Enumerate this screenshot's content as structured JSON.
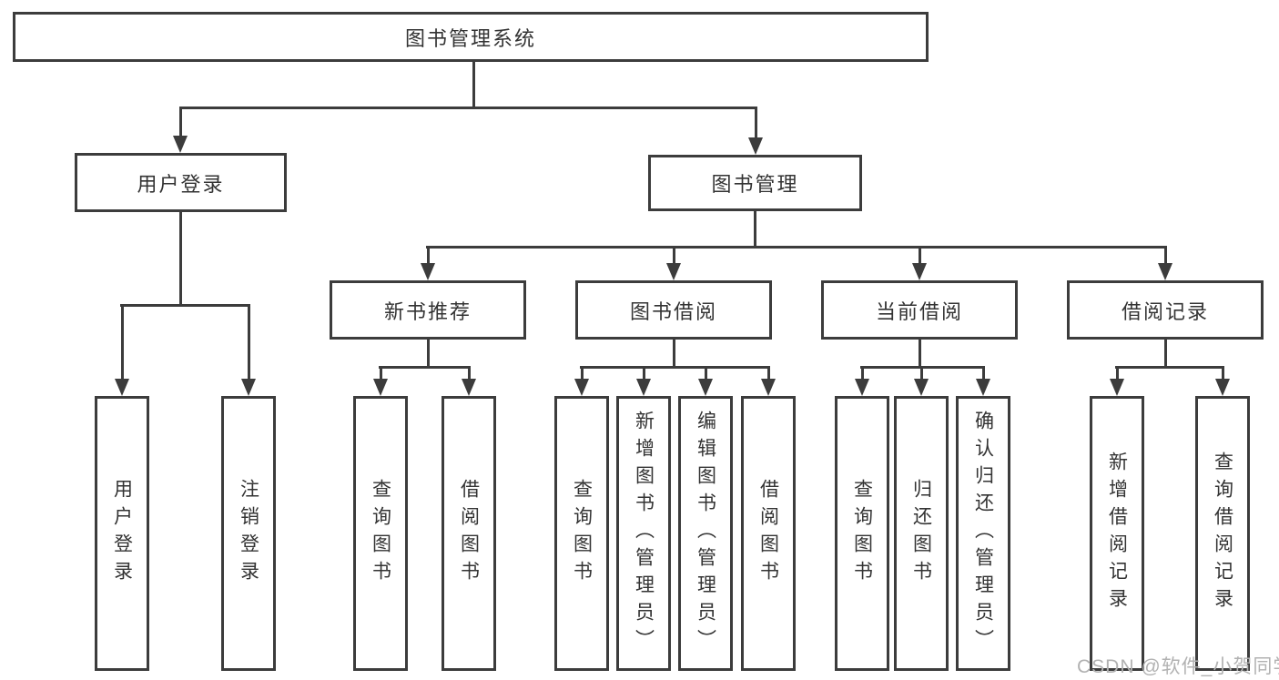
{
  "diagram": {
    "title": "图书管理系统",
    "colors": {
      "line": "#3c3c3c",
      "text": "#333333",
      "watermark": "#b2b2b2",
      "background": "#ffffff"
    },
    "nodes": {
      "root": "图书管理系统",
      "level2": [
        "用户登录",
        "图书管理"
      ],
      "level3": [
        "新书推荐",
        "图书借阅",
        "当前借阅",
        "借阅记录"
      ],
      "leaves": {
        "user_login": [
          "用户登录",
          "注销登录"
        ],
        "new_book_recommend": [
          "查询图书",
          "借阅图书"
        ],
        "book_borrow": [
          "查询图书",
          "新增图书（管理员）",
          "编辑图书（管理员）",
          "借阅图书"
        ],
        "current_borrow": [
          "查询图书",
          "归还图书",
          "确认归还（管理员）"
        ],
        "borrow_records": [
          "新增借阅记录",
          "查询借阅记录"
        ]
      }
    },
    "watermark": "CSDN @软件_小贺同学"
  }
}
